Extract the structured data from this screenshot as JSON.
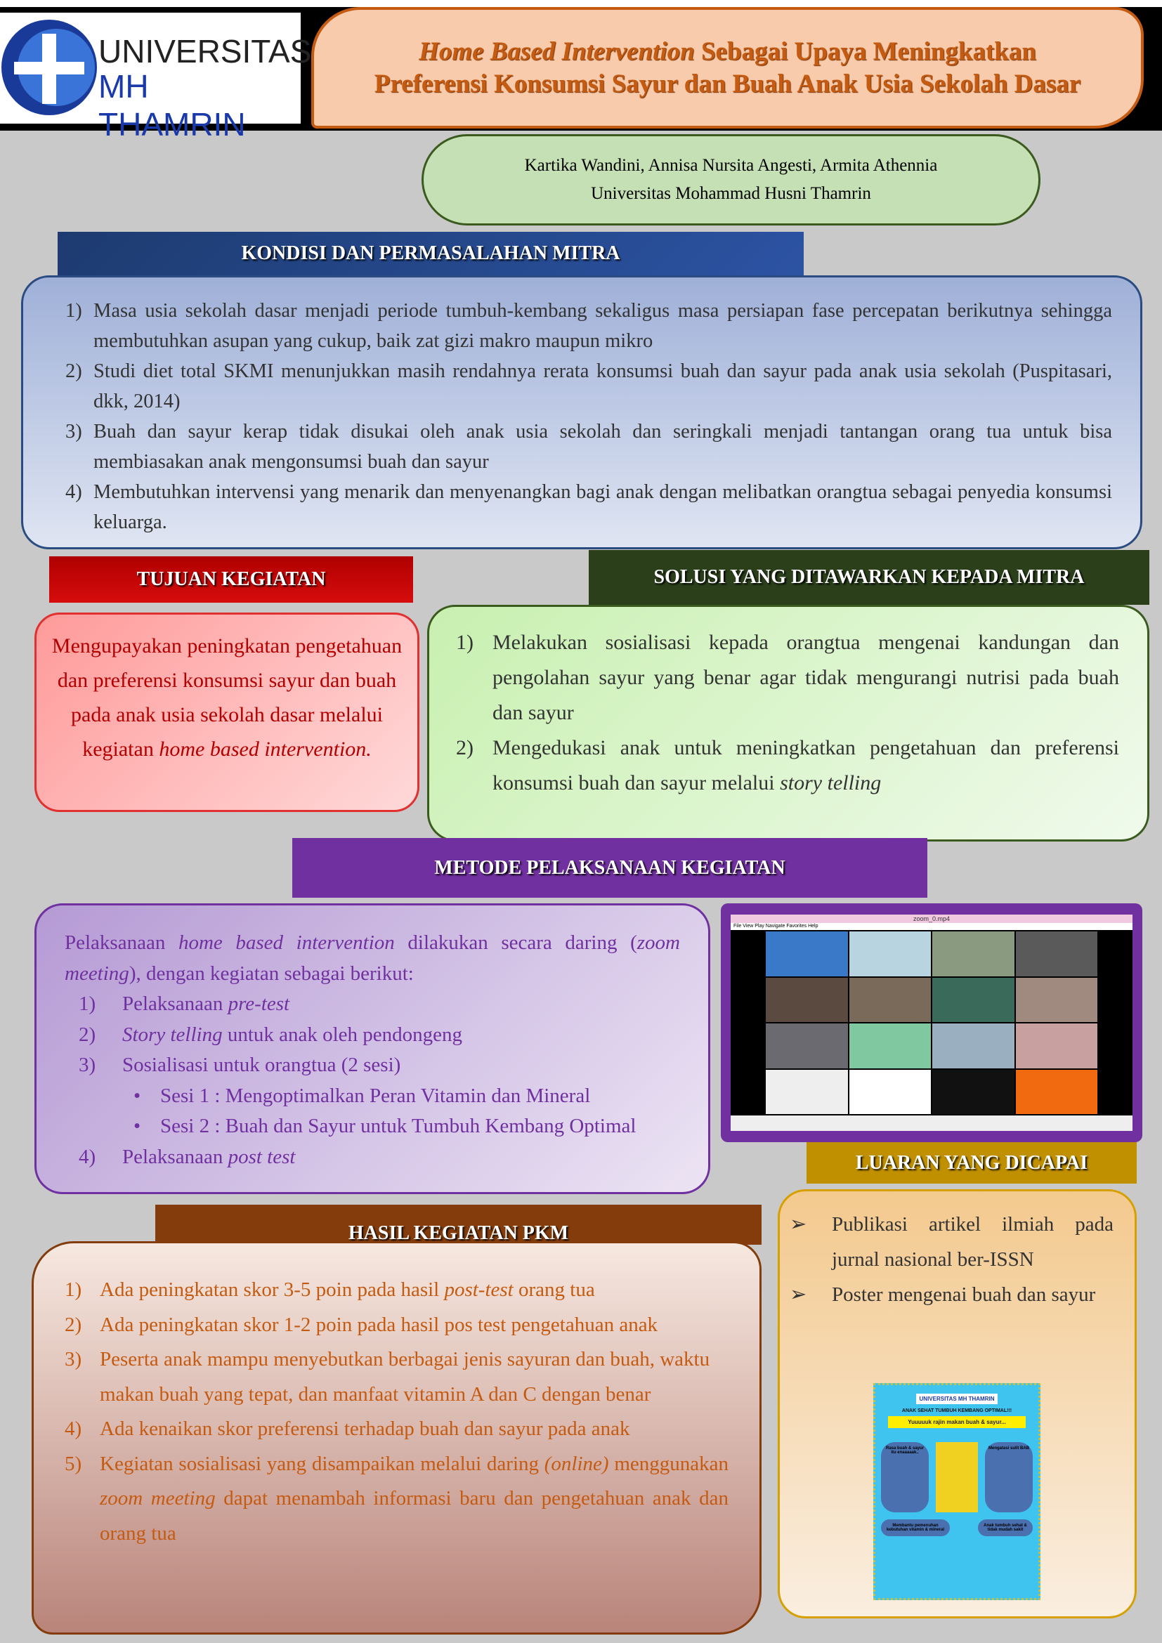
{
  "header": {
    "logo_line1": "UNIVERSITAS",
    "logo_line2": "MH THAMRIN",
    "title_italic": "Home Based Intervention",
    "title_rest1": " Sebagai Upaya Meningkatkan",
    "title_line2": "Preferensi Konsumsi Sayur dan Buah Anak Usia Sekolah Dasar"
  },
  "authors": {
    "names": "Kartika Wandini, Annisa Nursita Angesti, Armita Athennia",
    "affiliation": "Universitas Mohammad Husni Thamrin"
  },
  "kondisi": {
    "heading": "KONDISI DAN PERMASALAHAN MITRA",
    "items": [
      {
        "n": "1)",
        "text": "Masa usia sekolah dasar menjadi periode tumbuh-kembang sekaligus masa persiapan fase percepatan berikutnya sehingga membutuhkan asupan yang cukup, baik zat gizi makro maupun mikro"
      },
      {
        "n": "2)",
        "text": "Studi diet total SKMI menunjukkan masih rendahnya rerata konsumsi buah dan sayur  pada anak usia sekolah (Puspitasari, dkk, 2014)"
      },
      {
        "n": "3)",
        "text": "Buah dan sayur kerap tidak disukai oleh anak usia sekolah dan seringkali menjadi tantangan orang tua untuk bisa membiasakan anak mengonsumsi buah dan sayur"
      },
      {
        "n": "4)",
        "text": "Membutuhkan intervensi yang menarik dan menyenangkan bagi anak dengan melibatkan orangtua sebagai penyedia konsumsi keluarga."
      }
    ]
  },
  "tujuan": {
    "heading": "TUJUAN KEGIATAN",
    "text": "Mengupayakan peningkatan pengetahuan dan preferensi konsumsi sayur dan buah pada anak usia sekolah dasar melalui kegiatan ",
    "text_italic": "home based intervention."
  },
  "solusi": {
    "heading": "SOLUSI YANG DITAWARKAN KEPADA MITRA",
    "items": [
      {
        "n": "1)",
        "text": "Melakukan sosialisasi kepada orangtua mengenai kandungan dan pengolahan sayur yang benar agar tidak mengurangi nutrisi pada buah dan sayur",
        "italic": ""
      },
      {
        "n": "2)",
        "text": "Mengedukasi anak untuk meningkatkan pengetahuan dan preferensi konsumsi buah dan sayur melalui ",
        "italic": "story telling"
      }
    ]
  },
  "metode": {
    "heading": "METODE PELAKSANAAN KEGIATAN",
    "intro_a": "Pelaksanaan ",
    "intro_i1": "home based intervention",
    "intro_b": " dilakukan secara daring (",
    "intro_i2": "zoom meeting",
    "intro_c": "), dengan kegiatan sebagai berikut:",
    "item1_n": "1)",
    "item1_a": "Pelaksanaan ",
    "item1_i": "pre-test",
    "item2_n": "2)",
    "item2_i": "Story telling",
    "item2_b": " untuk anak oleh pendongeng",
    "item3_n": "3)",
    "item3_a": "Sosialisasi untuk orangtua (2 sesi)",
    "sub1": "Sesi 1 : Mengoptimalkan Peran Vitamin dan Mineral",
    "sub2": "Sesi 2 : Buah dan Sayur untuk Tumbuh Kembang Optimal",
    "item4_n": "4)",
    "item4_a": "Pelaksanaan ",
    "item4_i": "post test"
  },
  "zoom_screenshot": {
    "window_title": "zoom_0.mp4",
    "menu": "File  View  Play  Navigate  Favorites  Help"
  },
  "luaran": {
    "heading": "LUARAN YANG DICAPAI",
    "items": [
      "Publikasi artikel ilmiah pada jurnal nasional ber-ISSN",
      "Poster mengenai buah dan sayur"
    ]
  },
  "poster": {
    "logo": "UNIVERSITAS MH THAMRIN",
    "headline": "ANAK SEHAT TUMBUH KEMBANG OPTIMAL!!!",
    "banner": "Yuuuuuk rajin makan buah & sayur...",
    "bubble1": "Rasa buah & sayur itu enaaaaak..",
    "bubble2": "Mengatasi sulit BAB",
    "bubble3": "Anak tumbuh sehat & tidak mudah sakit",
    "bubble4": "Membantu pemenuhan kebutuhan vitamin & mineral"
  },
  "hasil": {
    "heading": "HASIL KEGIATAN PKM",
    "items": [
      {
        "n": "1)",
        "a": "Ada peningkatan skor 3-5 poin pada hasil ",
        "i": "post-test",
        "b": " orang tua"
      },
      {
        "n": "2)",
        "a": "Ada peningkatan skor 1-2 poin pada hasil pos test pengetahuan anak",
        "i": "",
        "b": ""
      },
      {
        "n": "3)",
        "a": "Peserta anak mampu menyebutkan berbagai jenis sayuran dan buah, waktu makan buah yang tepat, dan manfaat vitamin A dan C dengan benar",
        "i": "",
        "b": ""
      },
      {
        "n": "4)",
        "a": "Ada kenaikan skor preferensi terhadap buah dan sayur pada anak",
        "i": "",
        "b": ""
      },
      {
        "n": "5)",
        "a": "Kegiatan sosialisasi yang disampaikan melalui daring ",
        "i": "(online)",
        "b": " menggunakan ",
        "i2": "zoom meeting",
        "c": " dapat menambah informasi baru dan pengetahuan anak dan orang tua"
      }
    ]
  }
}
